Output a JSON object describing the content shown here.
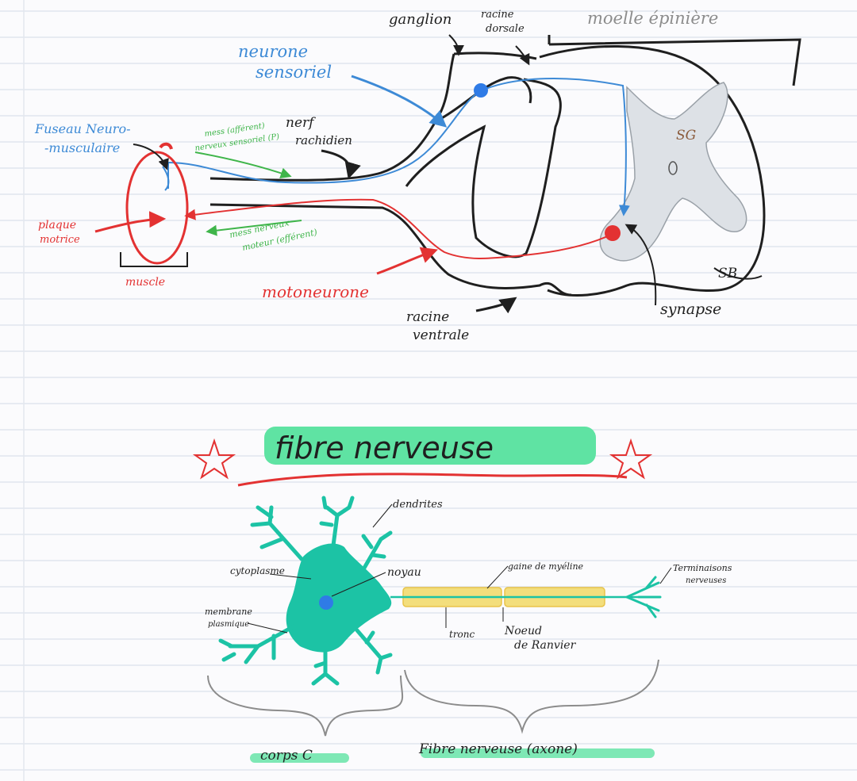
{
  "colors": {
    "paper": "#fbfbfd",
    "rule": "#d3dbe6",
    "margin_rule": "#e3e7ee",
    "ink": "#1f1f1f",
    "blue": "#3d8ad6",
    "red": "#e33232",
    "green": "#3fb54a",
    "teal": "#1cc3a5",
    "highlight_green": "#5fe3a3",
    "myelin": "#f3de7c",
    "cord_fill": "#dde1e6",
    "grey": "#8c8c8c",
    "nucleus": "#2f7be6"
  },
  "reflex_diagram": {
    "ganglion": "ganglion",
    "dorsal_root": [
      "racine",
      "dorsale"
    ],
    "spinal_cord": "moelle épinière",
    "sensory_neuron": [
      "neurone",
      "sensoriel"
    ],
    "neuromuscular_spindle": [
      "Fuseau Neuro-",
      "-musculaire"
    ],
    "sensory_message": [
      "mess (afférent)",
      "nerveux sensoriel (P)"
    ],
    "rachidian_nerve": [
      "nerf",
      "rachidien"
    ],
    "motor_plate": [
      "plaque",
      "motrice"
    ],
    "motor_message": [
      "mess nerveux",
      "moteur (efférent)"
    ],
    "muscle": "muscle",
    "motor_neuron": "motoneurone",
    "ventral_root": [
      "racine",
      "ventrale"
    ],
    "synapse": "synapse",
    "grey_matter": "SG",
    "white_matter": "SB",
    "central_canal": "0"
  },
  "fibre_section": {
    "title": "fibre nerveuse",
    "dendrites": "dendrites",
    "cytoplasm": "cytoplasme",
    "membrane": [
      "membrane",
      "plasmique"
    ],
    "nucleus": "noyau",
    "myelin_sheath": "gaine de myéline",
    "axon_trunk": "tronc",
    "node_ranvier": [
      "Noeud",
      "de Ranvier"
    ],
    "terminals": [
      "Terminaisons",
      "nerveuses"
    ],
    "cell_body": "corps C",
    "nerve_fibre": "Fibre nerveuse (axone)"
  }
}
